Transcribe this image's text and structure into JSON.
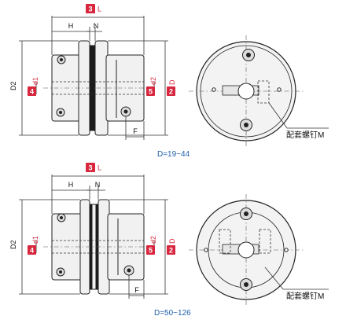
{
  "diagrams": [
    {
      "badges": {
        "length_num": "3",
        "length_letter": "L",
        "bore_num": "4",
        "bore_letter": "d1",
        "bore2_num": "5",
        "bore2_letter": "d2",
        "diam_num": "2",
        "diam_letter": "D"
      },
      "labels": {
        "hub_length": "H",
        "gap": "N",
        "outer_dim": "D2",
        "flat": "F"
      },
      "callout": "配套螺钉M",
      "range": "D=19~44"
    },
    {
      "badges": {
        "length_num": "3",
        "length_letter": "L",
        "bore_num": "4",
        "bore_letter": "d1",
        "bore2_num": "5",
        "bore2_letter": "d2",
        "diam_num": "2",
        "diam_letter": "D"
      },
      "labels": {
        "hub_length": "H",
        "gap": "N",
        "outer_dim": "D2",
        "flat": "F"
      },
      "callout": "配套螺钉M",
      "range": "D=50~126"
    }
  ]
}
